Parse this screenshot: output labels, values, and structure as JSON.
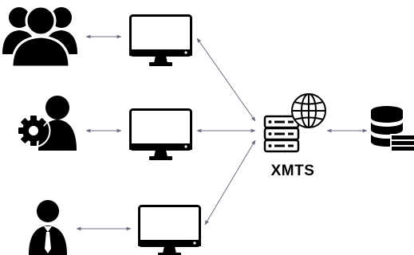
{
  "diagram": {
    "server_label": "XMTS",
    "colors": {
      "icon": "#000000",
      "arrow": "#6d6e80",
      "background": "#ffffff"
    },
    "nodes": [
      {
        "id": "user-group",
        "icon": "people-group-icon"
      },
      {
        "id": "admin",
        "icon": "person-gear-icon"
      },
      {
        "id": "businessman",
        "icon": "person-tie-icon"
      },
      {
        "id": "monitor-top",
        "icon": "monitor-icon"
      },
      {
        "id": "monitor-middle",
        "icon": "monitor-icon"
      },
      {
        "id": "monitor-bottom",
        "icon": "monitor-icon"
      },
      {
        "id": "server",
        "icon": "server-globe-icon"
      },
      {
        "id": "database",
        "icon": "database-icon"
      }
    ],
    "connections": [
      {
        "from": "user-group",
        "to": "monitor-top",
        "bidirectional": true
      },
      {
        "from": "admin",
        "to": "monitor-middle",
        "bidirectional": true
      },
      {
        "from": "businessman",
        "to": "monitor-bottom",
        "bidirectional": true
      },
      {
        "from": "monitor-top",
        "to": "server",
        "bidirectional": true
      },
      {
        "from": "monitor-middle",
        "to": "server",
        "bidirectional": true
      },
      {
        "from": "monitor-bottom",
        "to": "server",
        "bidirectional": true
      },
      {
        "from": "server",
        "to": "database",
        "bidirectional": true
      }
    ]
  }
}
